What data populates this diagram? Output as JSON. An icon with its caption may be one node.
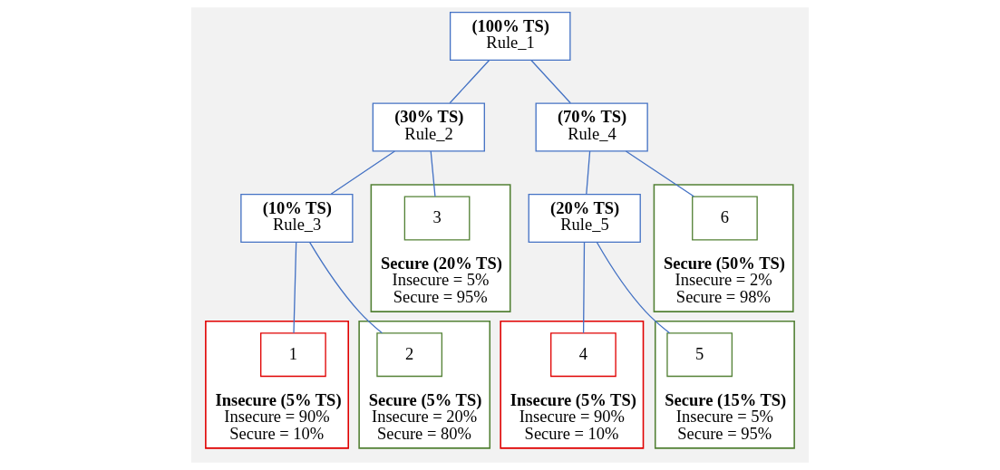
{
  "diagram": {
    "nodes": [
      {
        "text": [
          "(100% TS)",
          "Rule_1"
        ]
      },
      {
        "text": [
          "(30% TS)",
          "Rule_2"
        ]
      },
      {
        "text": [
          "(70% TS)",
          "Rule_4"
        ]
      },
      {
        "text": [
          "(10% TS)",
          "Rule_3"
        ]
      },
      {
        "text": [
          "Secure (20% TS)",
          "Insecure = 5%",
          "Secure = 95%"
        ]
      },
      {
        "text": [
          "3"
        ],
        "in": 4
      },
      {
        "text": [
          "(20% TS)",
          "Rule_5"
        ]
      },
      {
        "text": [
          "Secure (50% TS)",
          "Insecure = 2%",
          "Secure = 98%"
        ]
      },
      {
        "text": [
          "6"
        ],
        "in": 7
      },
      {
        "text": [
          "Insecure (5% TS)",
          "Insecure = 90%",
          "Secure = 10%"
        ]
      },
      {
        "text": [
          "1"
        ],
        "in": 9
      },
      {
        "text": [
          "Secure (5% TS)",
          "Insecure = 20%",
          "Secure = 80%"
        ]
      },
      {
        "text": [
          "2"
        ],
        "in": 11
      },
      {
        "text": [
          "Insecure (5% TS)",
          "Insecure = 90%",
          "Secure = 10%"
        ]
      },
      {
        "text": [
          "4"
        ],
        "in": 13
      },
      {
        "text": [
          "Secure (15% TS)",
          "Insecure = 5%",
          "Secure = 95%"
        ]
      },
      {
        "text": [
          "5"
        ],
        "in": 15
      }
    ],
    "edges": [
      {
        "from": 0,
        "to": 1,
        "arrow": "none"
      },
      {
        "from": 0,
        "to": 2,
        "arrow": "none"
      },
      {
        "from": 1,
        "to": 3,
        "arrow": "none"
      },
      {
        "from": 1,
        "to": 5,
        "arrow": "none"
      },
      {
        "from": 2,
        "to": 6,
        "arrow": "none"
      },
      {
        "from": 2,
        "to": 8,
        "arrow": "none"
      },
      {
        "from": 3,
        "to": 10,
        "arrow": "none"
      },
      {
        "from": 3,
        "to": 12,
        "arrow": "none"
      },
      {
        "from": 6,
        "to": 14,
        "arrow": "none"
      },
      {
        "from": 6,
        "to": 16,
        "arrow": "none"
      }
    ]
  }
}
